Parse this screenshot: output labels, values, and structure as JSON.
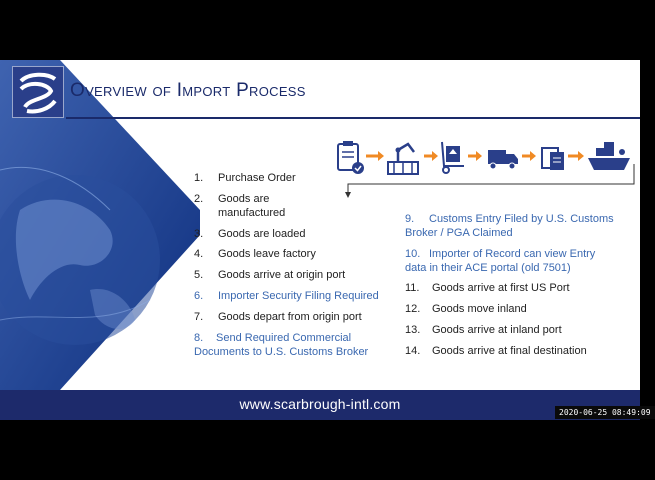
{
  "slide": {
    "title": "Overview of Import Process",
    "footer_url": "www.scarbrough-intl.com",
    "timestamp": "2020-06-25 08:49:09"
  },
  "steps_left": [
    {
      "num": "1.",
      "text": "Purchase Order",
      "highlight": false
    },
    {
      "num": "2.",
      "text": "Goods are manufactured",
      "highlight": false
    },
    {
      "num": "3.",
      "text": "Goods are loaded",
      "highlight": false
    },
    {
      "num": "4.",
      "text": "Goods leave factory",
      "highlight": false
    },
    {
      "num": "5.",
      "text": "Goods arrive at origin port",
      "highlight": false
    },
    {
      "num": "6.",
      "text": "Importer Security Filing Required",
      "highlight": true
    },
    {
      "num": "7.",
      "text": "Goods depart from origin port",
      "highlight": false
    },
    {
      "num": "8.",
      "text": "Send Required Commercial Documents to U.S. Customs Broker",
      "highlight": true
    }
  ],
  "steps_right": [
    {
      "num": "9.",
      "text": "Customs Entry Filed by U.S. Customs Broker  / PGA Claimed",
      "highlight": true
    },
    {
      "num": "10.",
      "text": "Importer of Record can view Entry data in their ACE portal (old 7501)",
      "highlight": true
    },
    {
      "num": "11.",
      "text": "Goods arrive at first US Port",
      "highlight": false
    },
    {
      "num": "12.",
      "text": "Goods move inland",
      "highlight": false
    },
    {
      "num": "13.",
      "text": "Goods arrive at inland port",
      "highlight": false
    },
    {
      "num": "14.",
      "text": "Goods arrive at final destination",
      "highlight": false
    }
  ],
  "flow_icons": [
    "clipboard-check-icon",
    "factory-robot-icon",
    "hand-truck-icon",
    "delivery-truck-icon",
    "document-box-icon",
    "cargo-ship-icon"
  ],
  "colors": {
    "navy": "#1d2a6b",
    "blue_text": "#3a68b0",
    "arrow": "#f08a24",
    "icon": "#2a3f8a"
  }
}
